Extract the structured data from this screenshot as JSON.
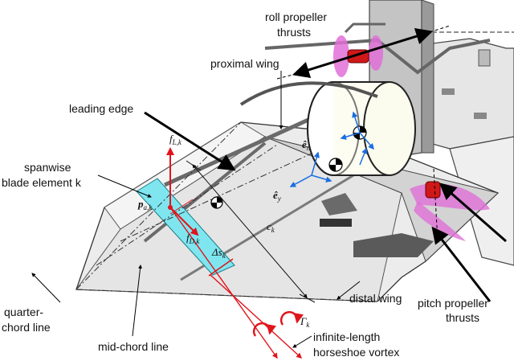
{
  "labels": {
    "roll_propeller": [
      "roll propeller",
      "thrusts"
    ],
    "proximal_wing": "proximal wing",
    "leading_edge": "leading edge",
    "spanwise_element": [
      "spanwise",
      "blade element k"
    ],
    "quarter_chord": [
      "quarter-",
      "chord line"
    ],
    "mid_chord": "mid-chord line",
    "distal_wing": "distal wing",
    "pitch_propeller": [
      "pitch propeller",
      "thrusts"
    ],
    "horseshoe_vortex": [
      "infinite-length",
      "horseshoe vortex"
    ]
  },
  "symbols": {
    "f_lift": "f",
    "f_lift_sub": "L,k",
    "f_drag": "f",
    "f_drag_sub": "D,k",
    "p_point": "p",
    "p_sub": "a,k",
    "delta_s": "Δs",
    "delta_s_sub": "k",
    "chord": "c",
    "chord_sub": "k",
    "gamma": "Γ",
    "gamma_sub": "k",
    "e_n": "ê",
    "e_n_sub": "n",
    "e_y": "ê",
    "e_y_sub": "y"
  },
  "colors": {
    "wing_light": "#e8e8e8",
    "wing_mid": "#c9c9c9",
    "strip": "#7fe6f0",
    "arrow_red": "#e0141c",
    "axis_blue": "#1a6ee0",
    "propeller_pink": "#e070d8",
    "propeller_red": "#d01818",
    "frame_dark": "#555555"
  }
}
